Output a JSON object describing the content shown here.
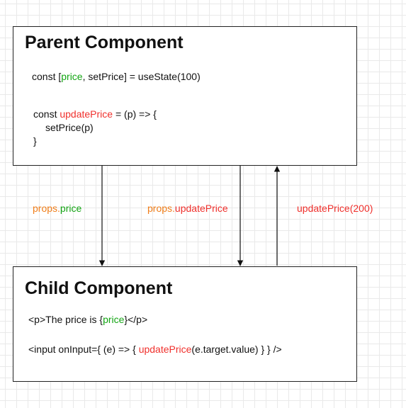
{
  "parent": {
    "title": "Parent Component",
    "state_line": {
      "prefix": "const [",
      "state_var": "price",
      "suffix": ", setPrice] = useState(100)"
    },
    "fn_line": {
      "prefix": "const ",
      "fn_name": "updatePrice",
      "suffix": " = (p) => {"
    },
    "fn_body": "setPrice(p)",
    "fn_close": "}"
  },
  "child": {
    "title": "Child Component",
    "p_line": {
      "prefix": "<p>The price is {",
      "var": "price",
      "suffix": "}</p>"
    },
    "input_line": {
      "prefix": "<input onInput={ (e) => { ",
      "fn": "updatePrice",
      "suffix": "(e.target.value) } } />"
    }
  },
  "arrows": {
    "props_price": {
      "prefix": "props.",
      "name": "price"
    },
    "props_update": {
      "prefix": "props.",
      "name": "updatePrice"
    },
    "callback": "updatePrice(200)"
  },
  "colors": {
    "state": "#14a514",
    "function": "#f0302c",
    "props_prefix": "#f07e1a"
  }
}
